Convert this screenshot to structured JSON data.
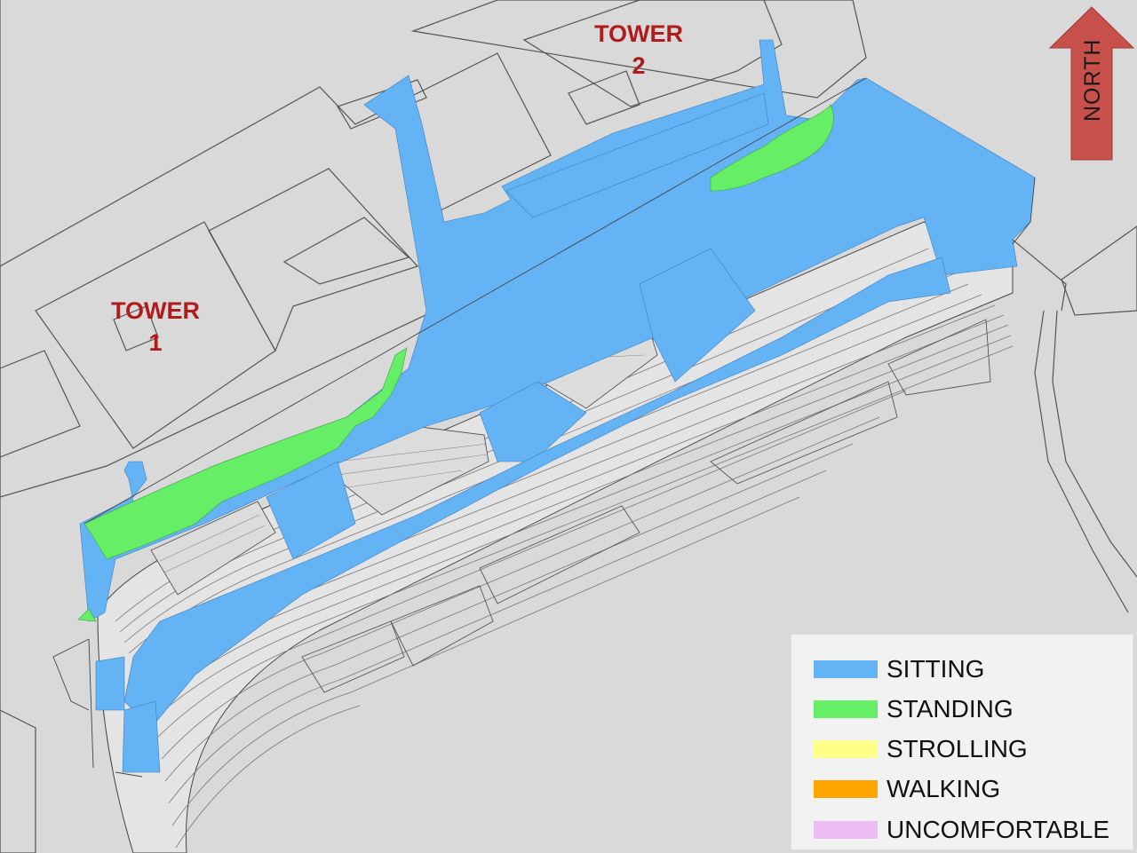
{
  "towers": [
    {
      "name": "tower-1",
      "line1": "TOWER",
      "line2": "1"
    },
    {
      "name": "tower-2",
      "line1": "TOWER",
      "line2": "2"
    }
  ],
  "north_label": "NORTH",
  "colors": {
    "background": "#d9d9d9",
    "building_fill": "#dcdcdc",
    "sitting": "#64b4f5",
    "standing": "#66ee66",
    "strolling": "#ffff88",
    "walking": "#ffa500",
    "uncomfortable": "#eebbf5",
    "arrow": "#c8504a",
    "tower_label": "#b01c1c"
  },
  "legend": [
    {
      "label": "SITTING",
      "color": "#64b4f5"
    },
    {
      "label": "STANDING",
      "color": "#66ee66"
    },
    {
      "label": "STROLLING",
      "color": "#ffff88"
    },
    {
      "label": "WALKING",
      "color": "#ffa500"
    },
    {
      "label": "UNCOMFORTABLE",
      "color": "#eebbf5"
    }
  ]
}
